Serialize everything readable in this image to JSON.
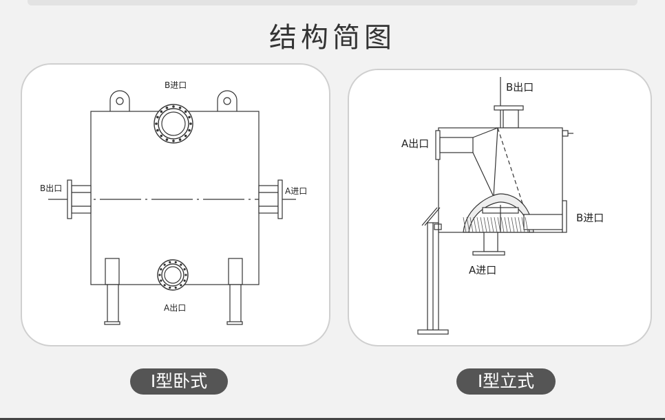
{
  "title": "结构简图",
  "horizontal": {
    "caption": "I型卧式",
    "labels": {
      "top": "B进口",
      "left": "B出口",
      "right": "A进口",
      "bottom": "A出口"
    }
  },
  "vertical": {
    "caption": "I型立式",
    "labels": {
      "top": "B出口",
      "left": "A出口",
      "right": "B进口",
      "bottom": "A进口"
    }
  },
  "colors": {
    "caption_bg": "#555555",
    "line": "#333333"
  }
}
